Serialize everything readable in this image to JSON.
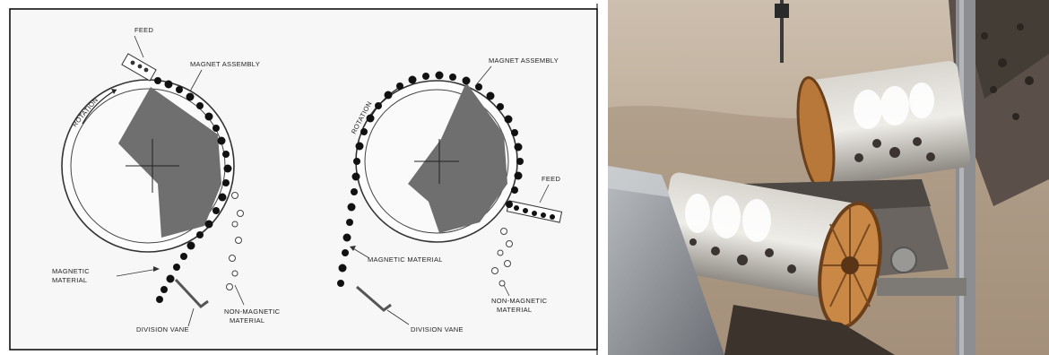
{
  "left_panel": {
    "diagram_a": {
      "feed_label": "FEED",
      "magnet_label": "MAGNET ASSEMBLY",
      "rotation_label": "ROTATION",
      "magnetic_label_line1": "MAGNETIC",
      "magnetic_label_line2": "MATERIAL",
      "nonmagnetic_label_line1": "NON-MAGNETIC",
      "nonmagnetic_label_line2": "MATERIAL",
      "divider_label": "DIVISION VANE"
    },
    "diagram_b": {
      "feed_label": "FEED",
      "magnet_label": "MAGNET ASSEMBLY",
      "rotation_label": "ROTATION",
      "magnetic_label": "MAGNETIC MATERIAL",
      "nonmagnetic_label_line1": "NON-MAGNETIC",
      "nonmagnetic_label_line2": "MATERIAL",
      "divider_label": "DIVISION VANE"
    }
  },
  "right_panel": {
    "photo_subject": "drum magnetic separators on a conveyor"
  },
  "colors": {
    "magnet_fill": "#6f6f6f",
    "particle": "#111111",
    "photo_drum_rim": "#b8783a"
  }
}
